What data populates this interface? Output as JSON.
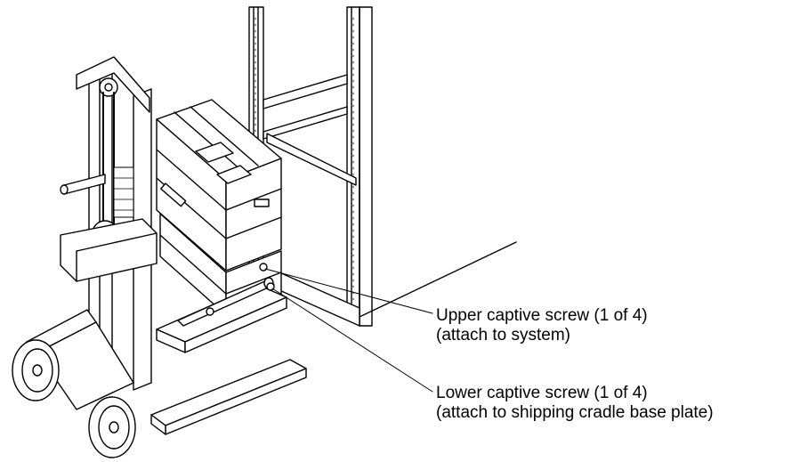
{
  "callouts": {
    "upper": {
      "line1": "Upper captive screw (1 of 4)",
      "line2": "(attach to system)"
    },
    "lower": {
      "line1": "Lower captive screw (1 of 4)",
      "line2": "(attach to shipping cradle base plate)"
    }
  },
  "colors": {
    "ink": "#000000",
    "background": "#ffffff"
  }
}
